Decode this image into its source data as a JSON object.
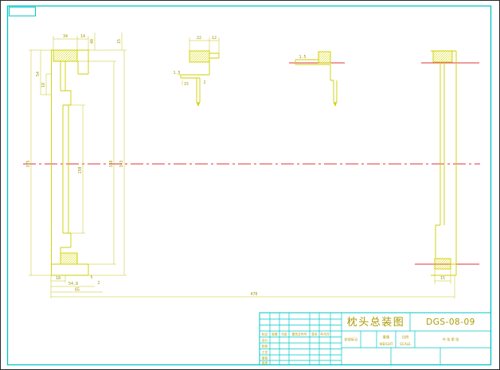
{
  "colors": {
    "background": "#ffffff",
    "frame_border": "#00c6c6",
    "geometry_lines": "#cfcf00",
    "dimension_lines": "#bdbd00",
    "dimension_text": "#a39500",
    "centerline_red": "#e23434",
    "title_text": "#ab9a00"
  },
  "dims": {
    "lp_top_w": "34",
    "lp_top_w2": "14",
    "lp_top_v1": "40",
    "lp_top_v2": "15",
    "lp_left_h1": "54",
    "lp_left_h2": "18",
    "lp_overall_h": "375",
    "lp_mid_h": "150",
    "lp_right_h1": "338",
    "lp_right_h2": "343",
    "lp_bot_w1": "18",
    "lp_bot_w2": "54.8",
    "lp_bot_w3": "65",
    "lp_bot_s1": "5",
    "lp_bot_s2": "2",
    "overall_w": "476",
    "mp_w1": "22",
    "mp_w2": "12",
    "mp_t1": "1.5",
    "mp_t2": "15",
    "mp_t3": "2",
    "mr_t1": "1.5",
    "rp_bot_w": "15"
  },
  "title_block": {
    "title": "枕头总装图",
    "number": "DGS-08-09",
    "stage": "阶段标记",
    "weight_cn": "重量",
    "weight_en": "WEIGHT",
    "scale_cn": "比例",
    "scale_en": "SCALE",
    "sheet": "共 张 第 张",
    "rev": [
      "标记",
      "处数",
      "分区",
      "更改文件号",
      "签名",
      "年月日"
    ],
    "roles": [
      "设计",
      "校核",
      "工艺",
      "审核",
      "批准"
    ]
  }
}
